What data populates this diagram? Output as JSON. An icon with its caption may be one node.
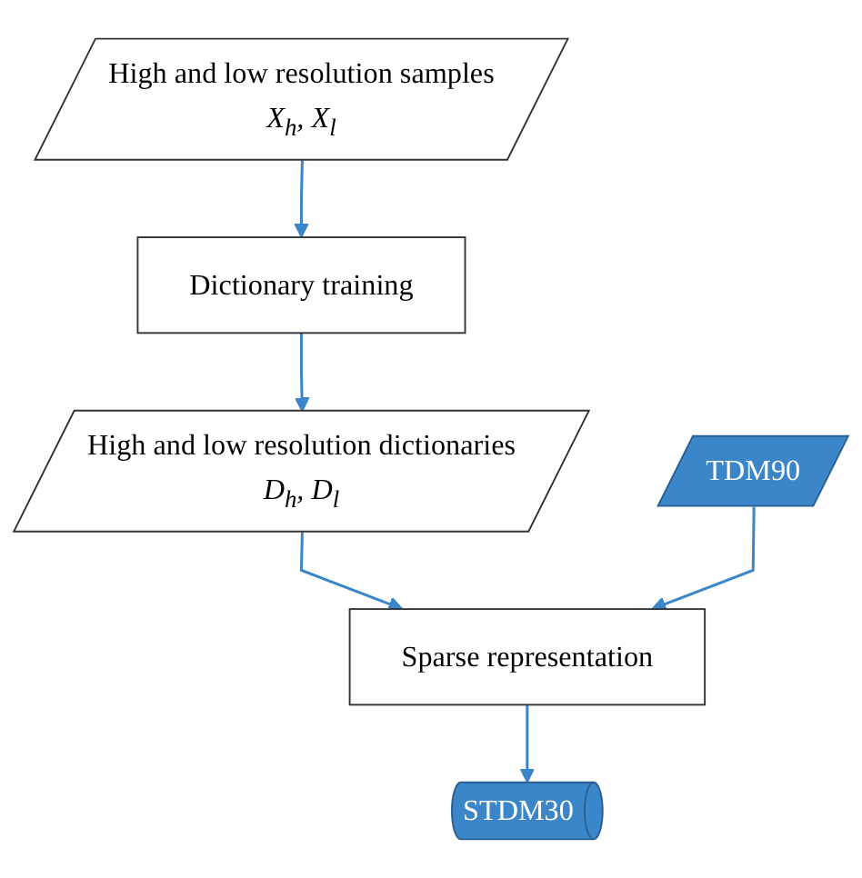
{
  "diagram": {
    "nodes": [
      {
        "text": [
          "High and low resolution samples",
          "X$_{h}$, X$_{l}$"
        ]
      },
      {
        "text": [
          "Dictionary training"
        ]
      },
      {
        "text": [
          "High and low resolution dictionaries",
          "D$_{h}$, D$_{l}$"
        ]
      },
      {
        "text": [
          "TDM90"
        ]
      },
      {
        "text": [
          "Sparse representation"
        ]
      },
      {
        "text": [
          "STDM30"
        ]
      }
    ],
    "edges": [
      {
        "from": 0,
        "to": 1,
        "arrow": "to"
      },
      {
        "from": 1,
        "to": 2,
        "arrow": "to"
      },
      {
        "from": 2,
        "to": 4,
        "arrow": "to"
      },
      {
        "from": 3,
        "to": 4,
        "arrow": "to"
      },
      {
        "from": 4,
        "to": 5,
        "arrow": "to"
      }
    ]
  }
}
